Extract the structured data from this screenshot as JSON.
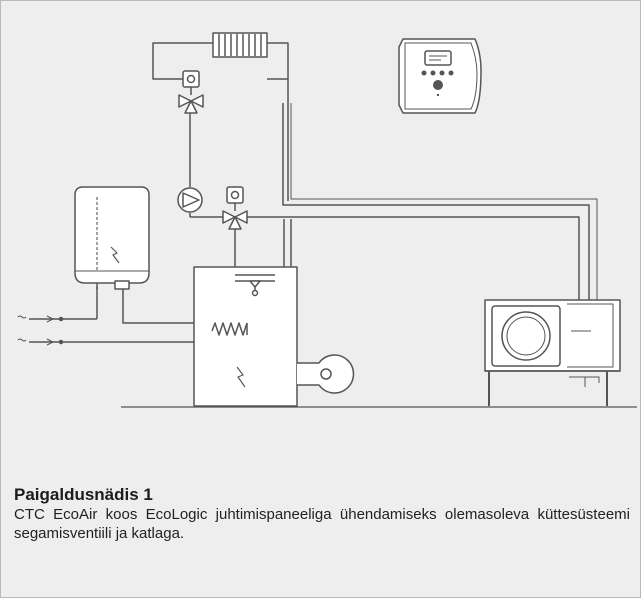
{
  "caption": {
    "title": "Paigaldusnädis 1",
    "text": "CTC EcoAir koos EcoLogic juhtimispaneeliga ühendamiseks olemasoleva küttesüsteemi segamisventiili ja katlaga."
  },
  "diagram": {
    "components": [
      "radiator",
      "control-panel",
      "mixing-valve-upper",
      "mixing-valve-lower",
      "circulation-pump",
      "water-heater",
      "boiler",
      "burner-fan",
      "heat-pump-outdoor-unit"
    ],
    "colors": {
      "pipe": "#555555",
      "fill": "#ffffff",
      "background": "#eeeeef",
      "border": "#b9b9b9"
    }
  }
}
